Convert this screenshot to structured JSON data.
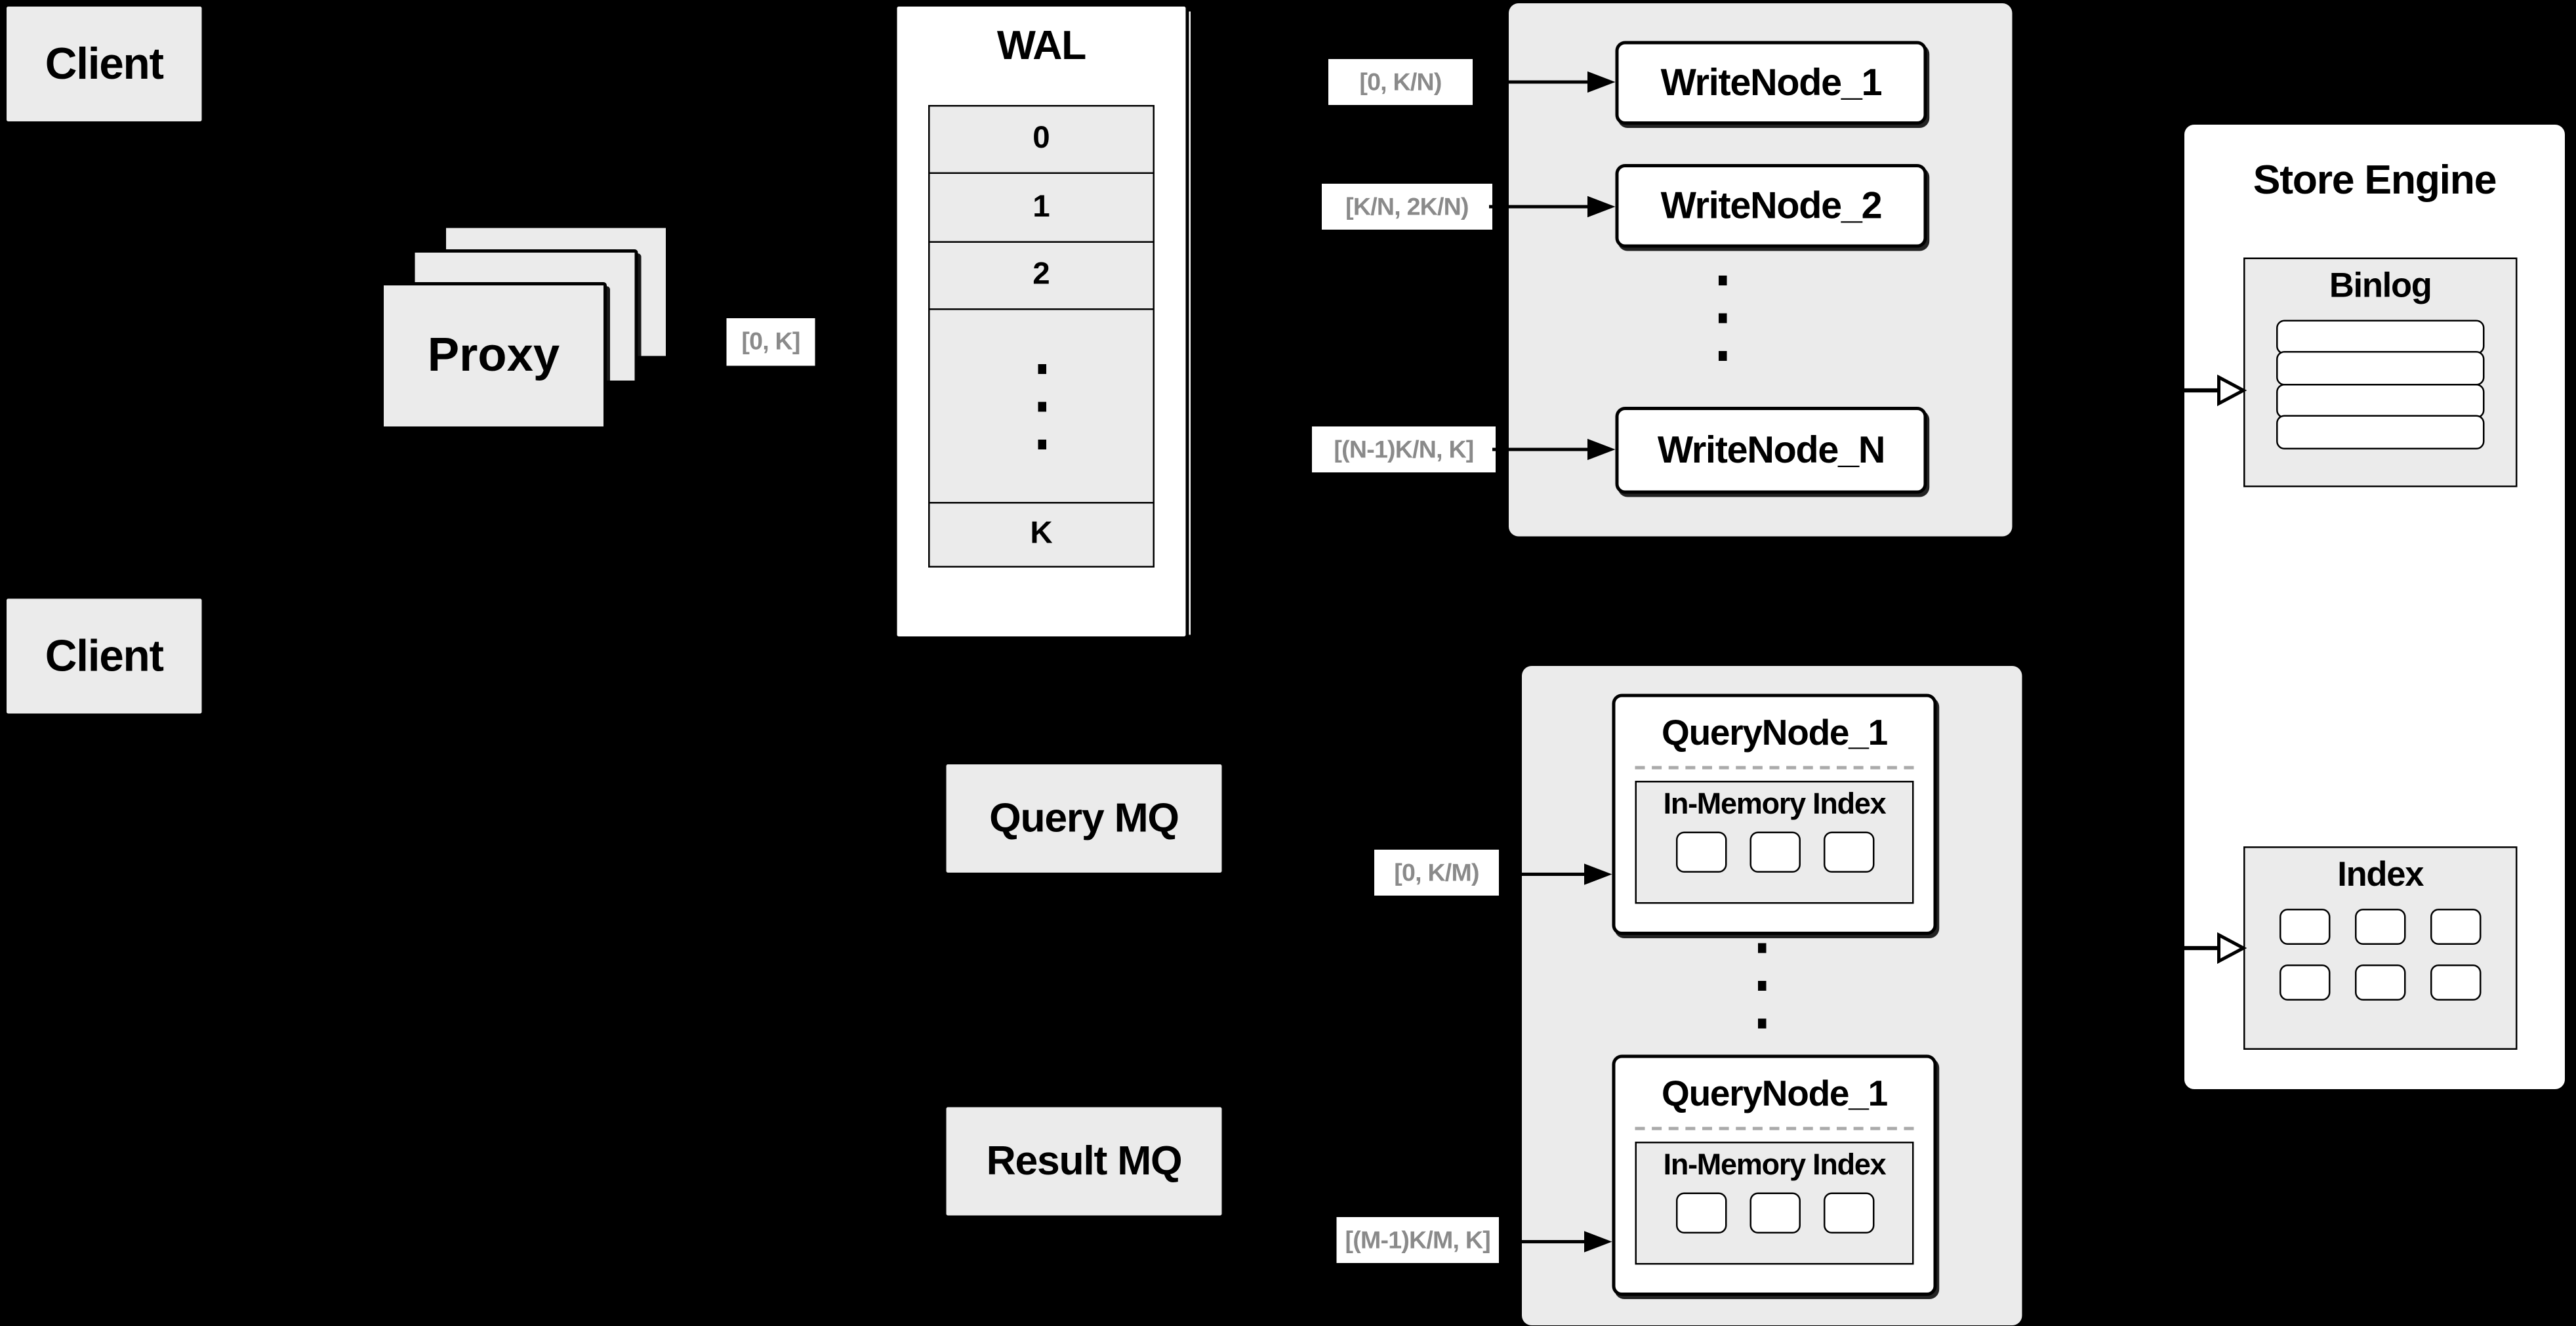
{
  "colors": {
    "background": "#000000",
    "panel_gray": "#ebebeb",
    "panel_white": "#ffffff",
    "line_black": "#000000",
    "range_label_text": "#8a8a8a",
    "dashed_separator": "#aaaaaa"
  },
  "clients": {
    "top": "Client",
    "bottom": "Client"
  },
  "proxy": {
    "label": "Proxy",
    "stack_count": 3
  },
  "range_labels": {
    "proxy_out": "[0, K]",
    "write_1": "[0, K/N)",
    "write_2": "[K/N, 2K/N)",
    "write_n": "[(N-1)K/N, K]",
    "query_1": "[0, K/M)",
    "query_m": "[(M-1)K/M, K]"
  },
  "wal": {
    "title": "WAL",
    "rows": [
      "0",
      "1",
      "2",
      "K"
    ],
    "has_ellipsis_between_2_and_K": true
  },
  "write_nodes": {
    "node_1": "WriteNode_1",
    "node_2": "WriteNode_2",
    "node_n": "WriteNode_N",
    "has_ellipsis_between_2_and_n": true
  },
  "store_engine": {
    "title": "Store Engine",
    "binlog": {
      "title": "Binlog",
      "row_count": 4
    },
    "index": {
      "title": "Index",
      "cell_count": 6
    }
  },
  "mq": {
    "query": "Query MQ",
    "result": "Result MQ"
  },
  "query_nodes": {
    "top_title": "QueryNode_1",
    "bottom_title": "QueryNode_1",
    "inner_title": "In-Memory Index",
    "inner_cell_count": 3,
    "has_ellipsis_between_nodes": true
  }
}
